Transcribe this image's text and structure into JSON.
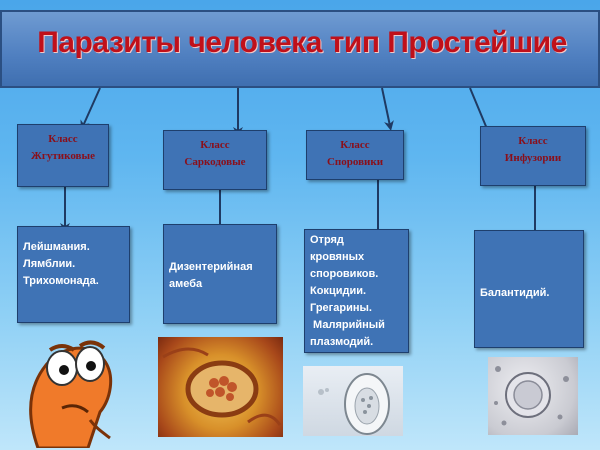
{
  "title": "Паразиты человека тип Простейшие",
  "classes": [
    {
      "line1": "Класс",
      "line2": "Жгутиковые"
    },
    {
      "line1": "Класс",
      "line2": "Саркодовые"
    },
    {
      "line1": "Класс",
      "line2": "Споровики"
    },
    {
      "line1": "Класс",
      "line2": "Инфузории"
    }
  ],
  "descriptions": [
    {
      "lines": [
        "Лейшмания.",
        "Лямблии.",
        "Трихомонада."
      ]
    },
    {
      "lines": [
        "Дизентерийная",
        "амеба"
      ]
    },
    {
      "lines": [
        "Отряд",
        "кровяных",
        "споровиков.",
        "Кокцидии.",
        "Грегарины.",
        " Малярийный",
        "плазмодий."
      ]
    },
    {
      "lines": [
        "Балантидий."
      ]
    }
  ],
  "colors": {
    "title_text": "#c0101a",
    "box_fill": "#3f73b5",
    "class_text": "#8a0f1a",
    "desc_text": "#ffffff"
  },
  "images": [
    {
      "icon": "cartoon-worm-illustration"
    },
    {
      "icon": "amoeba-micrograph"
    },
    {
      "icon": "sporozoan-oocyst-micrograph"
    },
    {
      "icon": "balantidium-cyst-micrograph"
    }
  ]
}
